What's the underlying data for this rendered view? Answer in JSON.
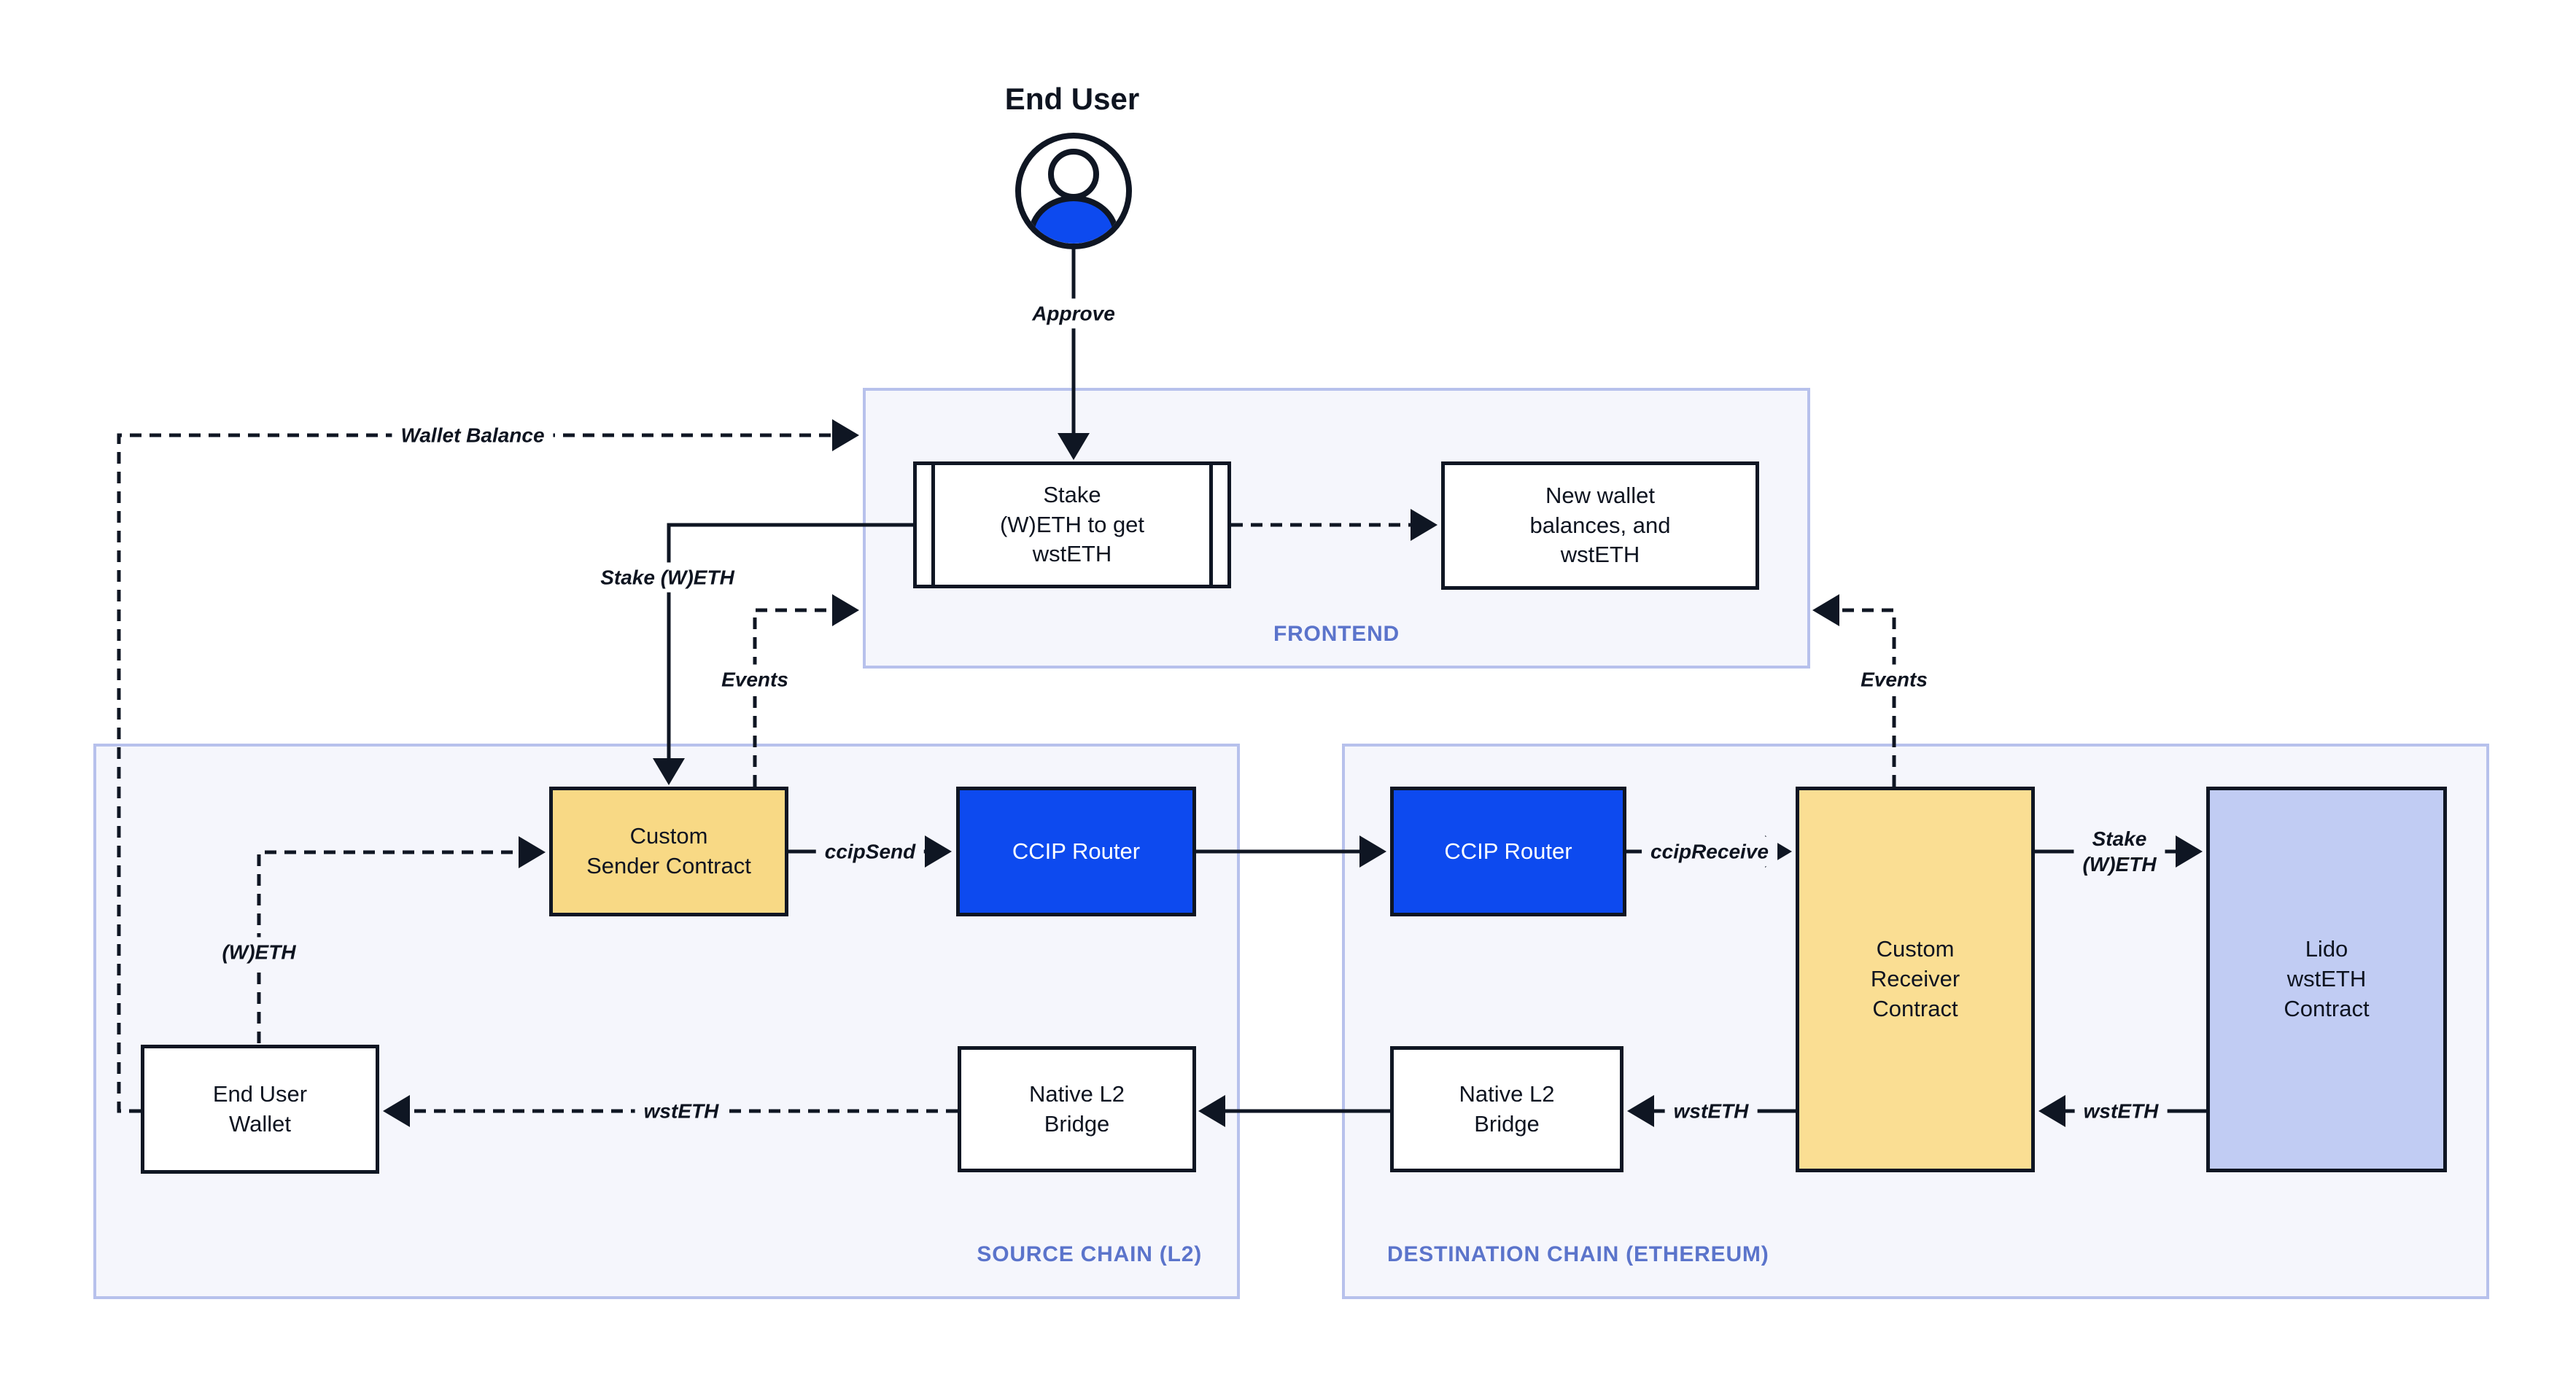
{
  "actor": {
    "title": "End User"
  },
  "frontend": {
    "label": "FRONTEND",
    "stake_box": {
      "lines": [
        "Stake",
        "(W)ETH to get",
        "wstETH"
      ]
    },
    "new_wallet_box": {
      "lines": [
        "New wallet",
        "balances, and",
        "wstETH"
      ]
    }
  },
  "source_chain": {
    "label": "SOURCE CHAIN (L2)",
    "custom_sender": {
      "lines": [
        "Custom",
        "Sender Contract"
      ]
    },
    "ccip_router": {
      "label": "CCIP Router"
    },
    "end_user_wallet": {
      "lines": [
        "End User",
        "Wallet"
      ]
    },
    "native_bridge": {
      "lines": [
        "Native L2",
        "Bridge"
      ]
    }
  },
  "destination_chain": {
    "label": "DESTINATION CHAIN (ETHEREUM)",
    "ccip_router": {
      "label": "CCIP Router"
    },
    "custom_receiver": {
      "lines": [
        "Custom",
        "Receiver",
        "Contract"
      ]
    },
    "lido_contract": {
      "lines": [
        "Lido",
        "wstETH",
        "Contract"
      ]
    },
    "native_bridge": {
      "lines": [
        "Native L2",
        "Bridge"
      ]
    }
  },
  "edge_labels": {
    "approve": "Approve",
    "wallet_balance": "Wallet Balance",
    "stake_weth": "Stake (W)ETH",
    "events_left": "Events",
    "events_right": "Events",
    "weth": "(W)ETH",
    "ccip_send": "ccipSend",
    "ccip_receive": "ccipReceive",
    "stake_weth_dest": {
      "lines": [
        "Stake",
        "(W)ETH"
      ]
    },
    "wsteth_lido_to_receiver": "wstETH",
    "wsteth_receiver_to_bridge": "wstETH",
    "wsteth_bridge_to_wallet": "wstETH"
  },
  "colors": {
    "ink": "#0F1623",
    "brand_blue": "#0D4AEF",
    "contract_yellow": "#F8D985",
    "contract_yellow_light": "#FADE93",
    "lido_periwinkle": "#C1CCF3",
    "zone_fill": "#F5F6FC",
    "zone_border": "#B7C1EC",
    "zone_label_blue": "#5B74CB"
  }
}
